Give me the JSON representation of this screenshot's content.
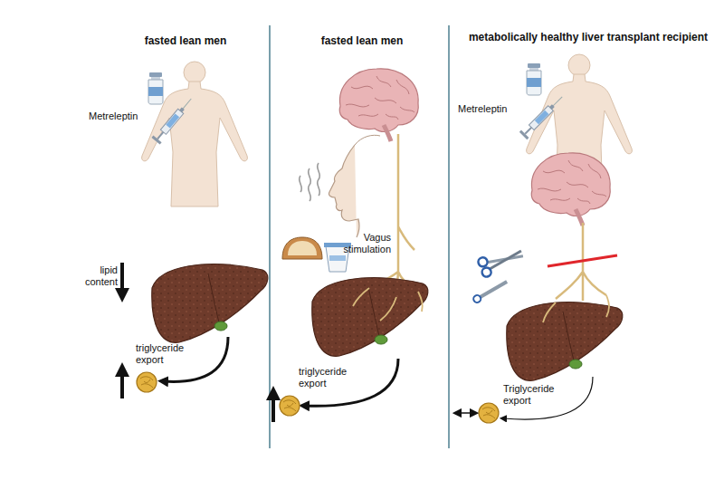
{
  "diagram": {
    "labels": [
      "fasted lean men",
      "fasted lean men",
      "metabolically healthy liver transplant recipient",
      "Metreleptin",
      "lipid content",
      "triglyceride export",
      "Vagus stimulation",
      "triglyceride export",
      "Metreleptin",
      "Triglyceride export"
    ]
  }
}
